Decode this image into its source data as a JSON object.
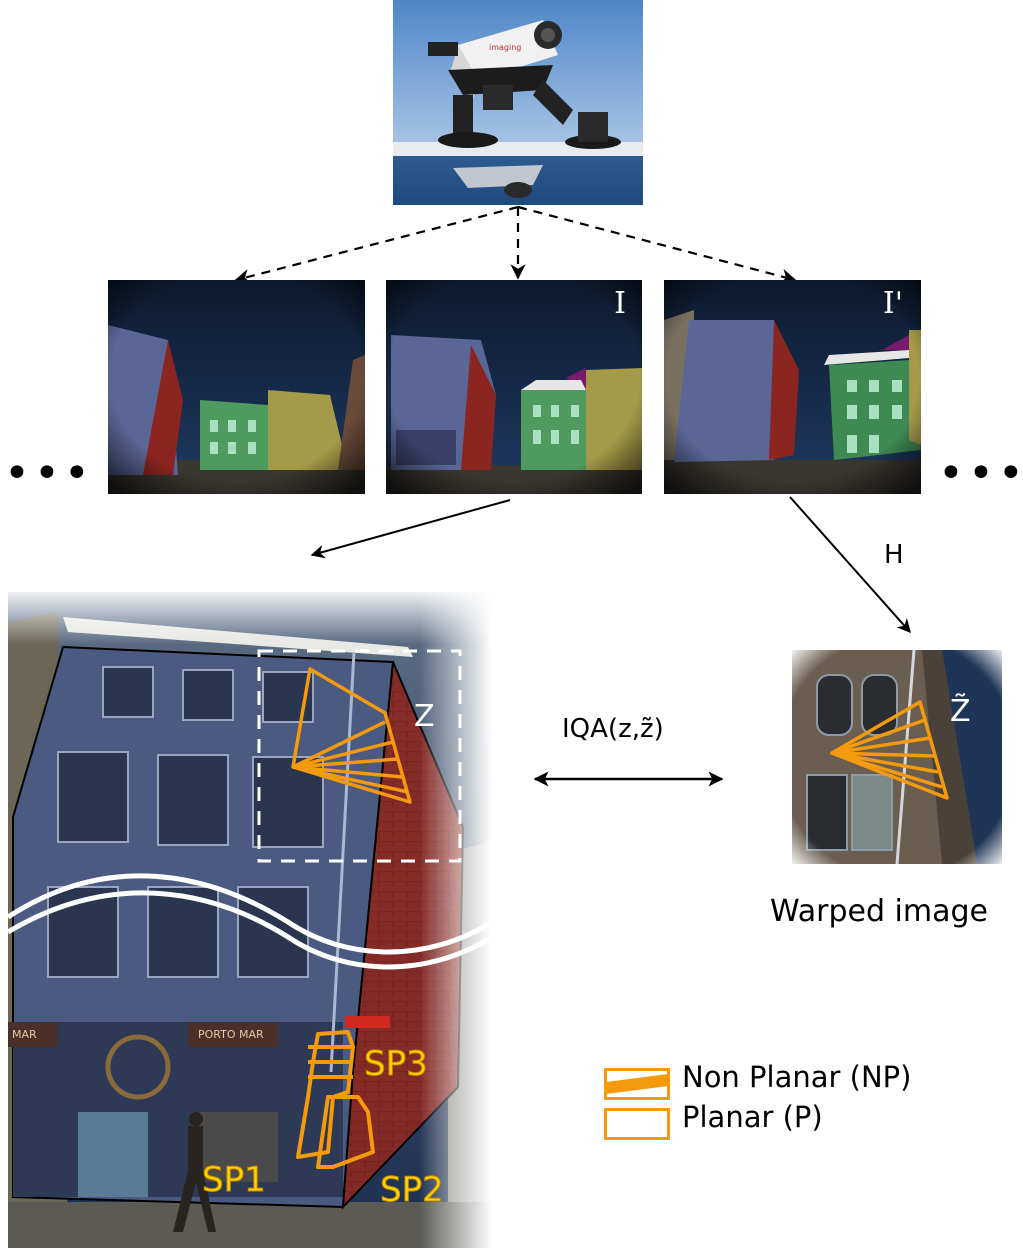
{
  "diagram": {
    "title_free": true,
    "camera_rig": {
      "label": "camera-rig-photo",
      "brand_text": "imaging"
    },
    "frames": [
      {
        "id": "frame-left",
        "label": ""
      },
      {
        "id": "frame-I",
        "label": "I"
      },
      {
        "id": "frame-I-prime",
        "label": "I'"
      }
    ],
    "ellipsis_left": "•••",
    "ellipsis_right": "•••",
    "homography_label": "H",
    "iqa_label": "IQA(z,z̃)",
    "patch_label": "Z",
    "warped_patch_label": "Z̃",
    "warped_caption": "Warped image",
    "superpixels": [
      "SP1",
      "SP2",
      "SP3"
    ],
    "storefront_signs": [
      "MAR",
      "PORTO MAR"
    ],
    "legend": [
      {
        "label": "Non Planar (NP)",
        "style": "hatched"
      },
      {
        "label": "Planar (P)",
        "style": "outline"
      }
    ],
    "colors": {
      "accent_orange": "#f59a0c",
      "sp_text": "#ffd500",
      "facade_blue": "#3c4a78",
      "facade_red": "#8a2420",
      "facade_green": "#3f8a52",
      "facade_yellow": "#a59a48",
      "sky": "#0f1e33"
    }
  }
}
